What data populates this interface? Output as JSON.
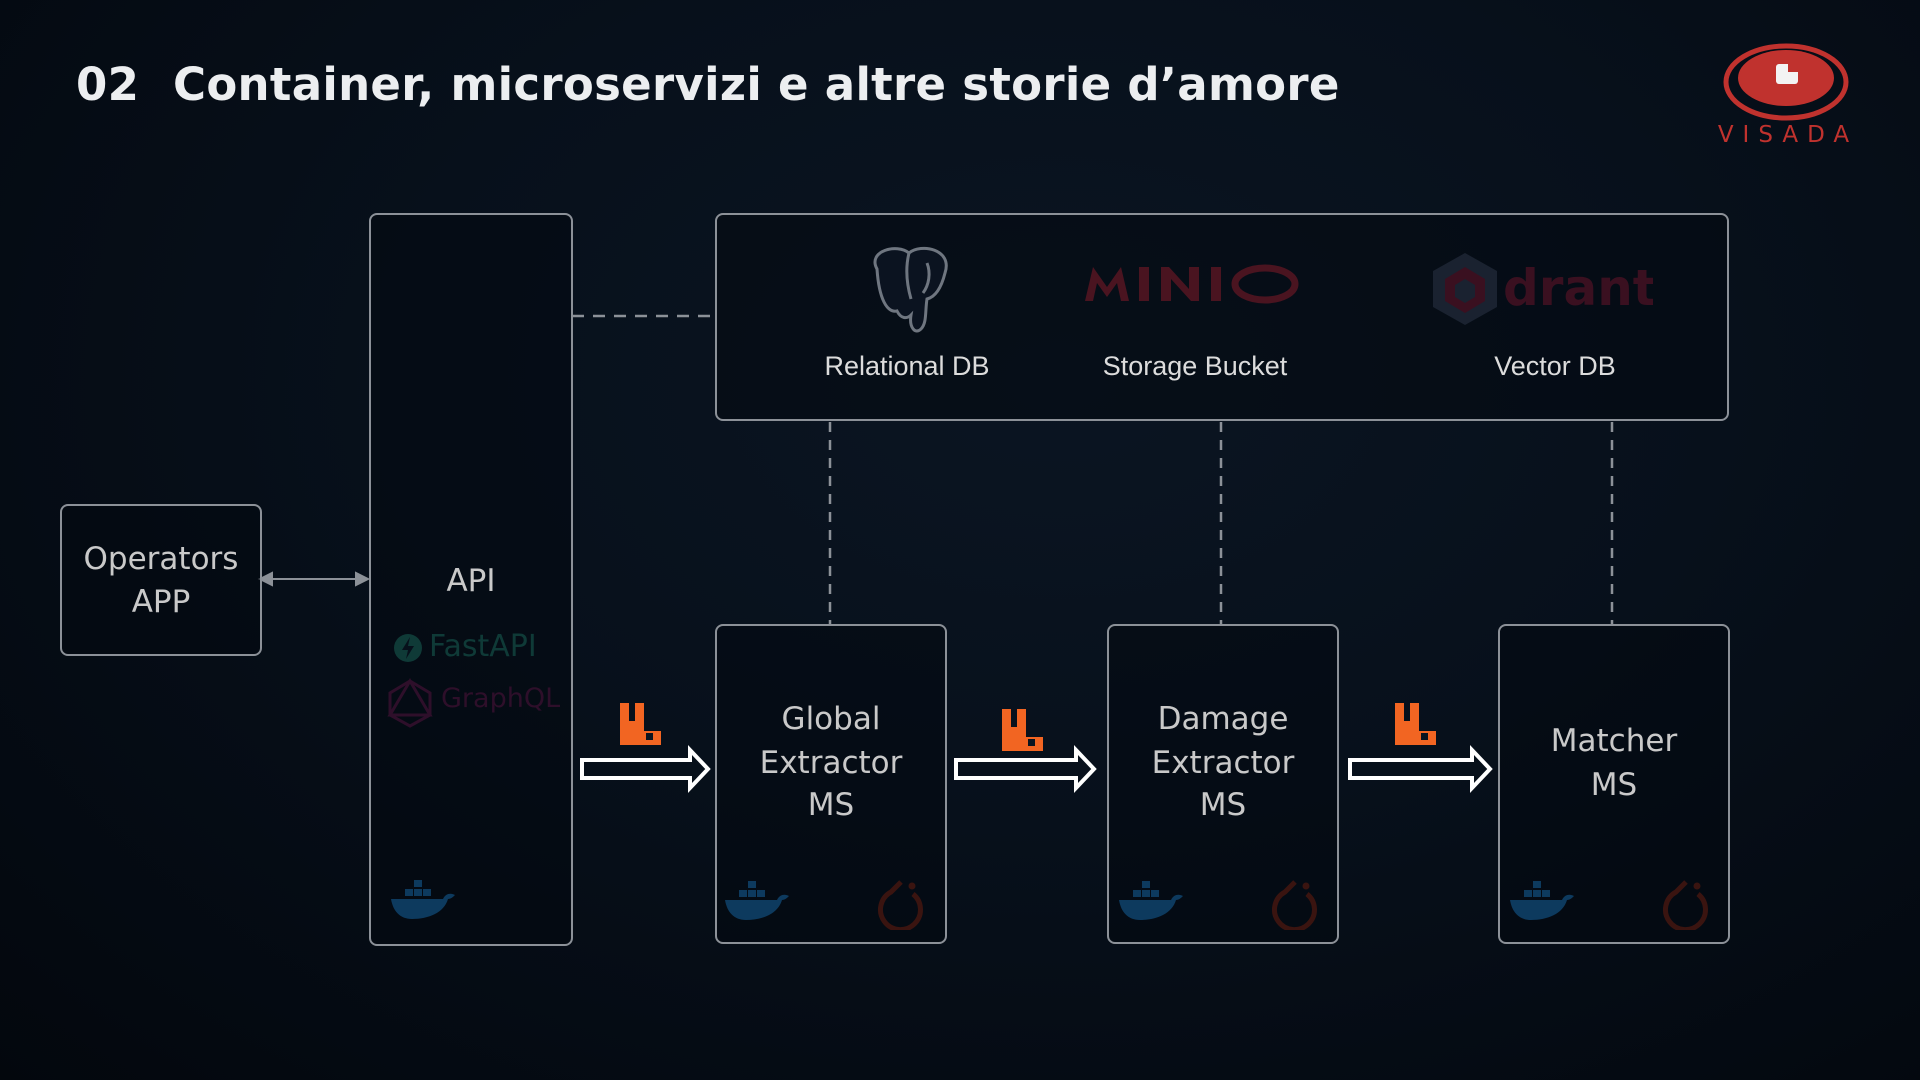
{
  "slide": {
    "number": "02",
    "title": "Container, microservizi e altre storie d’amore"
  },
  "logo": {
    "wordmark": "VISADA",
    "color": "#c0322e"
  },
  "nodes": {
    "operators_app": {
      "line1": "Operators",
      "line2": "APP"
    },
    "api": {
      "label": "API",
      "frameworks": [
        "FastAPI",
        "GraphQL"
      ]
    },
    "global_extractor": {
      "line1": "Global",
      "line2": "Extractor",
      "line3": "MS"
    },
    "damage_extractor": {
      "line1": "Damage",
      "line2": "Extractor",
      "line3": "MS"
    },
    "matcher": {
      "line1": "Matcher",
      "line2": "MS"
    }
  },
  "storage": {
    "relational_db": {
      "label": "Relational DB",
      "icon": "postgresql-elephant-icon"
    },
    "storage_bucket": {
      "label": "Storage Bucket",
      "brand": "MINIO"
    },
    "vector_db": {
      "label": "Vector DB",
      "brand": "drant"
    }
  },
  "icons": {
    "queue": "rabbitmq-icon",
    "container": "docker-icon",
    "framework": "pytorch-icon"
  },
  "colors": {
    "queue": "#f26522",
    "arrow": "#ffffff",
    "border": "#8c9198",
    "minio": "#4a1420",
    "qdrant": "#3a1020"
  }
}
